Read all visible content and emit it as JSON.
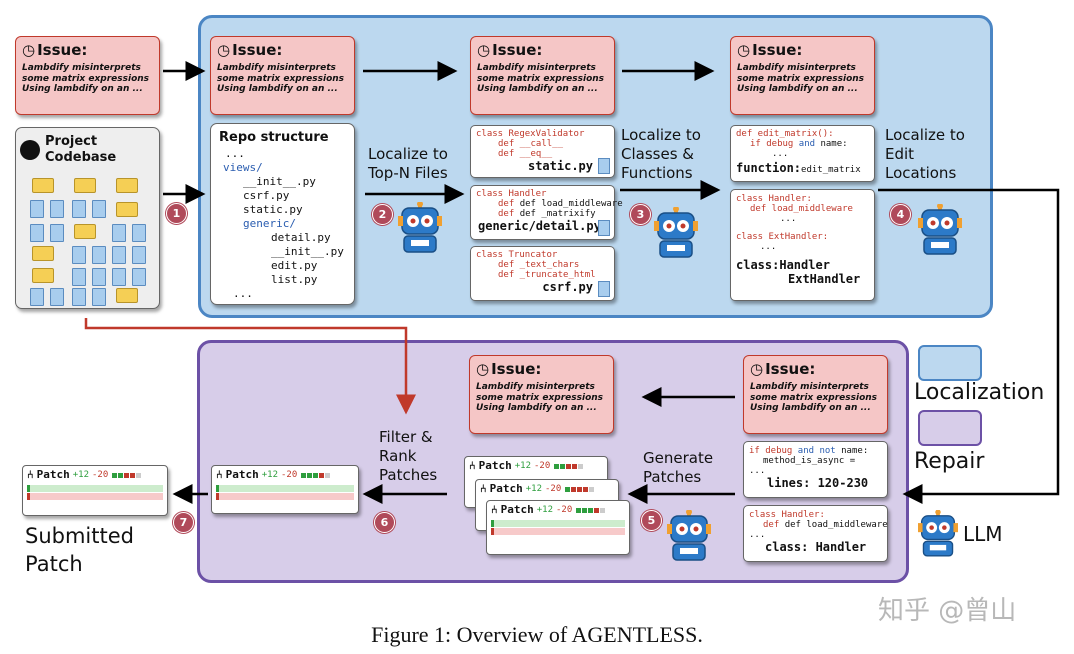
{
  "issue": {
    "title": "Issue:",
    "body_line1": "Lambdify misinterprets",
    "body_line2": "some matrix expressions",
    "body_line3": "Using lambdify on an ..."
  },
  "codebase": {
    "title_line1": "Project",
    "title_line2": "Codebase"
  },
  "repo": {
    "title": "Repo structure",
    "lines": [
      "...",
      "views/",
      "__init__.py",
      "csrf.py",
      "static.py",
      "generic/",
      "detail.py",
      "__init__.py",
      "edit.py",
      "list.py",
      "..."
    ]
  },
  "steps": {
    "s1": "1",
    "s2": "2",
    "s3": "3",
    "s4": "4",
    "s5": "5",
    "s6": "6",
    "s7": "7",
    "localize_files_1": "Localize to",
    "localize_files_2": "Top-N Files",
    "localize_classes_1": "Localize to",
    "localize_classes_2": "Classes &",
    "localize_classes_3": "Functions",
    "localize_edit_1": "Localize to",
    "localize_edit_2": "Edit",
    "localize_edit_3": "Locations",
    "filter_1": "Filter &",
    "filter_2": "Rank",
    "filter_3": "Patches",
    "generate_1": "Generate",
    "generate_2": "Patches"
  },
  "files": {
    "f1": {
      "class": "class RegexValidator",
      "d1": "def __call__",
      "d2": "def __eq__",
      "name": "static.py"
    },
    "f2": {
      "class": "class Handler",
      "d1": "def load_middleware",
      "d2": "def _matrixify",
      "name": "generic/detail.py"
    },
    "f3": {
      "class": "class Truncator",
      "d1": "def _text_chars",
      "d2": "def _truncate_html",
      "name": "csrf.py"
    }
  },
  "func_box": {
    "l1": "def edit_matrix():",
    "l2a": "if debug",
    "l2b": "and",
    "l2c": "name:",
    "l3": "...",
    "label": "function:",
    "label_val": "edit_matrix"
  },
  "class_box": {
    "l1": "class Handler:",
    "l2": "def load_middleware",
    "l3": "...",
    "l4": "class ExtHandler:",
    "l5": "...",
    "label1": "class:Handler",
    "label2": "ExtHandler"
  },
  "edit_box1": {
    "l1a": "if debug",
    "l1b": "and not",
    "l1c": "name:",
    "l2": "method_is_async =",
    "l3": "...",
    "label": "lines: 120-230"
  },
  "edit_box2": {
    "l1": "class Handler:",
    "l2": "def load_middleware",
    "l3": "...",
    "label": "class: Handler"
  },
  "patch": {
    "title": "Patch",
    "add": "+12",
    "del": "-20"
  },
  "legend": {
    "localization": "Localization",
    "repair": "Repair",
    "llm": "LLM"
  },
  "submitted_1": "Submitted",
  "submitted_2": "Patch",
  "caption": "Figure 1: Overview of AGENTLESS.",
  "watermark": "知乎 @曾山",
  "colors": {
    "localization": "#bcd8ef",
    "repair": "#d7cde9",
    "issue": "#f5c6c6",
    "step": "#b04a5a"
  }
}
